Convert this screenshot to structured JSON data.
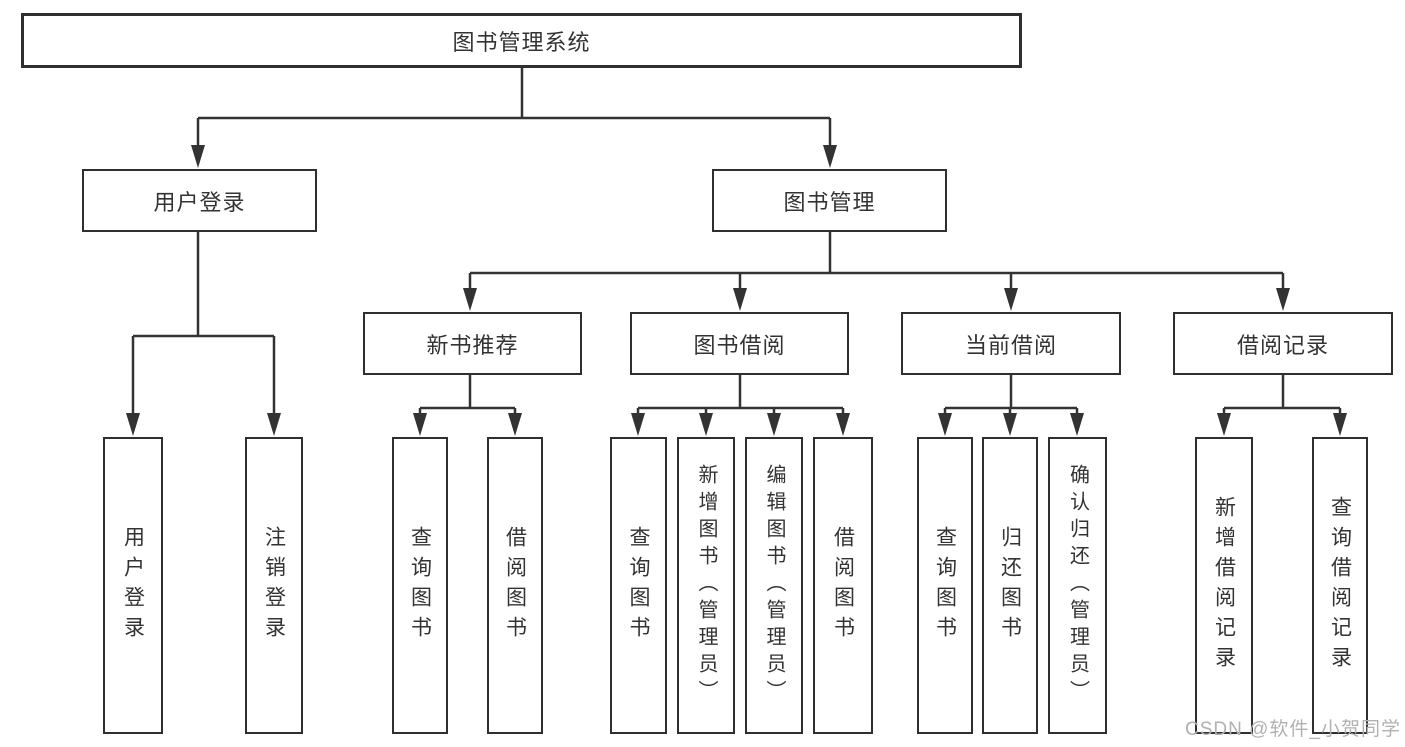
{
  "diagram": {
    "root": {
      "label": "图书管理系统"
    },
    "branches": [
      {
        "label": "用户登录",
        "children": [
          "用户登录",
          "注销登录"
        ]
      },
      {
        "label": "图书管理",
        "children": [
          {
            "label": "新书推荐",
            "children": [
              "查询图书",
              "借阅图书"
            ]
          },
          {
            "label": "图书借阅",
            "children": [
              "查询图书",
              "新增图书（管理员）",
              "编辑图书（管理员）",
              "借阅图书"
            ]
          },
          {
            "label": "当前借阅",
            "children": [
              "查询图书",
              "归还图书",
              "确认归还（管理员）"
            ]
          },
          {
            "label": "借阅记录",
            "children": [
              "新增借阅记录",
              "查询借阅记录"
            ]
          }
        ]
      }
    ],
    "line_color": "#333333",
    "text_color": "#333333",
    "watermark_color": "#b1b1b1"
  },
  "watermark": "CSDN @软件_小贺同学"
}
